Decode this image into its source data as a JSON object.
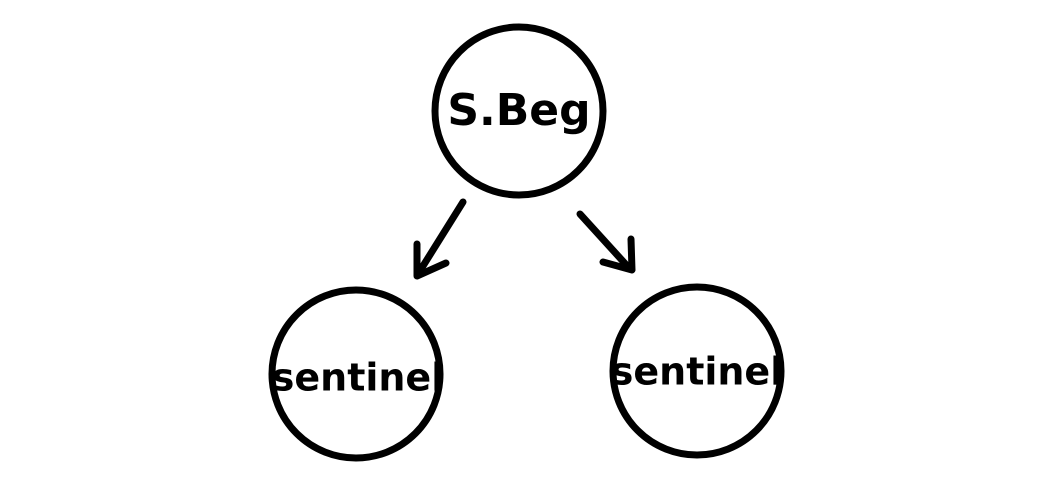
{
  "nodes": {
    "root": {
      "label": "S.Beg"
    },
    "left": {
      "label": "sentinel"
    },
    "right": {
      "label": "sentinel"
    }
  },
  "colors": {
    "stroke": "#000000",
    "background": "#ffffff"
  }
}
